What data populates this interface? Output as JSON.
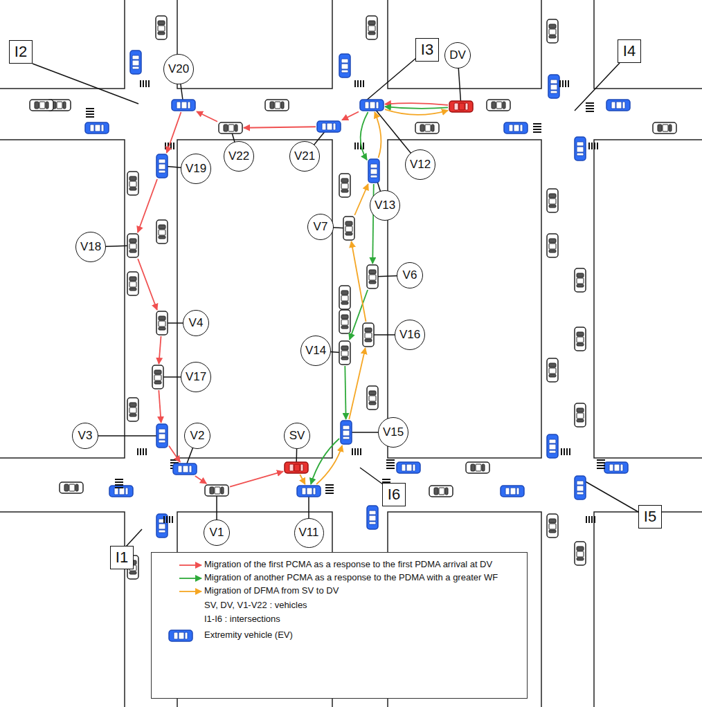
{
  "diagram": {
    "nodes": [
      {
        "text": [
          "I2"
        ]
      },
      {
        "text": [
          "V20"
        ]
      },
      {
        "text": [
          "I3"
        ]
      },
      {
        "text": [
          "DV"
        ]
      },
      {
        "text": [
          "I4"
        ]
      },
      {
        "text": [
          "V22"
        ]
      },
      {
        "text": [
          "V21"
        ]
      },
      {
        "text": [
          "V12"
        ]
      },
      {
        "text": [
          "V19"
        ]
      },
      {
        "text": [
          "V13"
        ]
      },
      {
        "text": [
          "V18"
        ]
      },
      {
        "text": [
          "V7"
        ]
      },
      {
        "text": [
          "V6"
        ]
      },
      {
        "text": [
          "V16"
        ]
      },
      {
        "text": [
          "V14"
        ]
      },
      {
        "text": [
          "V4"
        ]
      },
      {
        "text": [
          "V17"
        ]
      },
      {
        "text": [
          "V3"
        ]
      },
      {
        "text": [
          "V2"
        ]
      },
      {
        "text": [
          "SV"
        ]
      },
      {
        "text": [
          "V15"
        ]
      },
      {
        "text": [
          "V1"
        ]
      },
      {
        "text": [
          "V11"
        ]
      },
      {
        "text": [
          "I6"
        ]
      },
      {
        "text": [
          "I1"
        ]
      },
      {
        "text": [
          "I5"
        ]
      }
    ],
    "edges": [
      {
        "from": 3,
        "to": 7,
        "arrow": "to"
      },
      {
        "from": 7,
        "to": 6,
        "arrow": "to"
      },
      {
        "from": 6,
        "to": 5,
        "arrow": "to"
      },
      {
        "from": 5,
        "to": 1,
        "arrow": "to"
      },
      {
        "from": 1,
        "to": 8,
        "arrow": "to"
      },
      {
        "from": 8,
        "to": 10,
        "arrow": "to"
      },
      {
        "from": 10,
        "to": 15,
        "arrow": "to"
      },
      {
        "from": 15,
        "to": 16,
        "arrow": "to"
      },
      {
        "from": 16,
        "to": 17,
        "arrow": "to"
      },
      {
        "from": 17,
        "to": 18,
        "arrow": "to"
      },
      {
        "from": 18,
        "to": 21,
        "arrow": "to"
      },
      {
        "from": 21,
        "to": 19,
        "arrow": "to"
      },
      {
        "from": 3,
        "to": 7,
        "arrow": "to"
      },
      {
        "from": 7,
        "to": 9,
        "arrow": "to"
      },
      {
        "from": 9,
        "to": 12,
        "arrow": "to"
      },
      {
        "from": 12,
        "to": 14,
        "arrow": "to"
      },
      {
        "from": 14,
        "to": 20,
        "arrow": "to"
      },
      {
        "from": 20,
        "to": 22,
        "arrow": "to"
      },
      {
        "from": 19,
        "to": 22,
        "arrow": "to"
      },
      {
        "from": 22,
        "to": 20,
        "arrow": "to"
      },
      {
        "from": 20,
        "to": 13,
        "arrow": "to"
      },
      {
        "from": 13,
        "to": 11,
        "arrow": "to"
      },
      {
        "from": 11,
        "to": 9,
        "arrow": "to"
      },
      {
        "from": 9,
        "to": 7,
        "arrow": "to"
      },
      {
        "from": 7,
        "to": 3,
        "arrow": "to"
      }
    ],
    "legend": [
      {
        "text": "Migration of the first PCMA as a response to the first PDMA arrival at DV"
      },
      {
        "text": "Migration of another PCMA as a response to the PDMA with a greater WF"
      },
      {
        "text": "Migration of DFMA from SV to DV"
      },
      {
        "text": "SV, DV, V1-V22 : vehicles"
      },
      {
        "text": "I1-I6 : intersections"
      },
      {
        "text": "Extremity vehicle (EV)"
      }
    ]
  }
}
